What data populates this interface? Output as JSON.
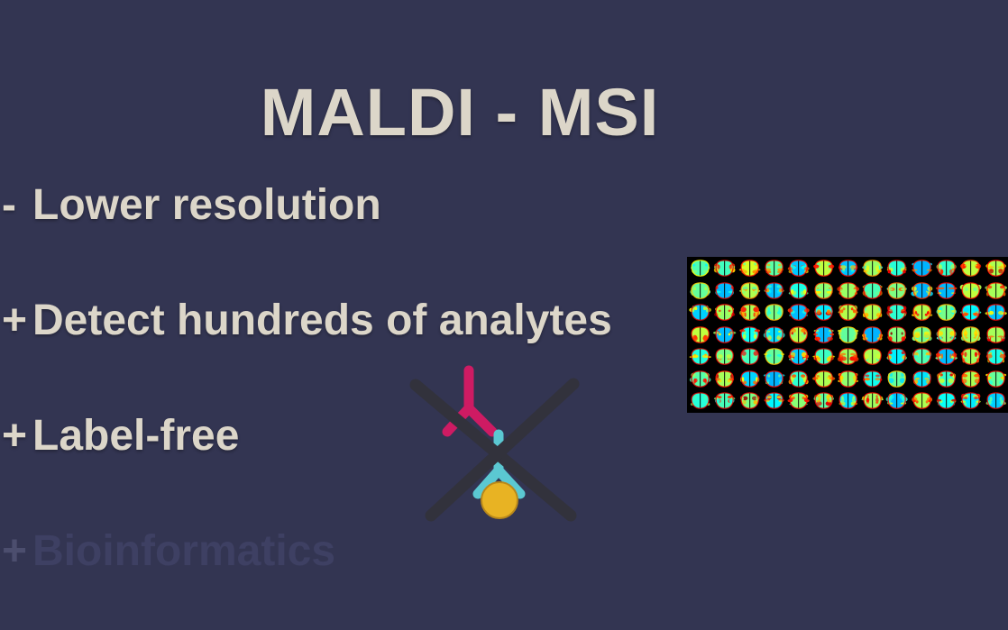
{
  "slide": {
    "title": "MALDI - MSI",
    "background_color": "#333552",
    "text_color": "#dcd6c9",
    "dim_text_color": "#3e4063"
  },
  "bullets": [
    {
      "marker": "-",
      "text": "Lower resolution",
      "state": "visible"
    },
    {
      "marker": "+",
      "text": "Detect hundreds of analytes",
      "state": "visible"
    },
    {
      "marker": "+",
      "text": "Label-free",
      "state": "visible"
    },
    {
      "marker": "+",
      "text": "Bioinformatics",
      "state": "dimmed"
    }
  ],
  "graphic": {
    "name": "label-free-crossed-out-antibodies",
    "antibody_top_color": "#ce1b63",
    "antibody_bottom_color": "#5bc8d2",
    "fluorophore_color": "#e8b323",
    "cross_color": "#32323c"
  },
  "msi_panel": {
    "name": "msi-ion-image-grid",
    "background_color": "#000000",
    "columns": 13,
    "rows": 7,
    "colormap": "jet",
    "tile_subject": "coronal brain section ion image",
    "tiles": [
      {
        "hue": 285,
        "bright": 0.35
      },
      {
        "hue": 95,
        "bright": 0.95
      },
      {
        "hue": 235,
        "bright": 0.8
      },
      {
        "hue": 120,
        "bright": 0.9
      },
      {
        "hue": 15,
        "bright": 0.85
      },
      {
        "hue": 215,
        "bright": 0.8
      },
      {
        "hue": 10,
        "bright": 0.88
      },
      {
        "hue": 265,
        "bright": 0.55
      },
      {
        "hue": 80,
        "bright": 0.92
      },
      {
        "hue": 0,
        "bright": 0.8
      },
      {
        "hue": 90,
        "bright": 0.9
      },
      {
        "hue": 245,
        "bright": 0.7
      },
      {
        "hue": 190,
        "bright": 0.85
      },
      {
        "hue": 250,
        "bright": 0.45
      },
      {
        "hue": 5,
        "bright": 0.9
      },
      {
        "hue": 270,
        "bright": 0.6
      },
      {
        "hue": 10,
        "bright": 0.92
      },
      {
        "hue": 70,
        "bright": 0.95
      },
      {
        "hue": 200,
        "bright": 0.7
      },
      {
        "hue": 185,
        "bright": 0.8
      },
      {
        "hue": 110,
        "bright": 0.88
      },
      {
        "hue": 200,
        "bright": 0.65
      },
      {
        "hue": 0,
        "bright": 0.75
      },
      {
        "hue": 5,
        "bright": 0.85
      },
      {
        "hue": 210,
        "bright": 0.82
      },
      {
        "hue": 195,
        "bright": 0.8
      },
      {
        "hue": 20,
        "bright": 0.92
      },
      {
        "hue": 170,
        "bright": 0.85
      },
      {
        "hue": 220,
        "bright": 0.72
      },
      {
        "hue": 255,
        "bright": 0.5
      },
      {
        "hue": 8,
        "bright": 0.88
      },
      {
        "hue": 40,
        "bright": 0.9
      },
      {
        "hue": 205,
        "bright": 0.8
      },
      {
        "hue": 230,
        "bright": 0.7
      },
      {
        "hue": 85,
        "bright": 0.92
      },
      {
        "hue": 215,
        "bright": 0.75
      },
      {
        "hue": 260,
        "bright": 0.48
      },
      {
        "hue": 55,
        "bright": 0.9
      },
      {
        "hue": 12,
        "bright": 0.86
      },
      {
        "hue": 215,
        "bright": 0.8
      },
      {
        "hue": 10,
        "bright": 0.88
      },
      {
        "hue": 60,
        "bright": 0.92
      },
      {
        "hue": 30,
        "bright": 0.9
      },
      {
        "hue": 210,
        "bright": 0.78
      },
      {
        "hue": 5,
        "bright": 0.85
      },
      {
        "hue": 250,
        "bright": 0.45
      },
      {
        "hue": 0,
        "bright": 0.8
      },
      {
        "hue": 150,
        "bright": 0.88
      },
      {
        "hue": 248,
        "bright": 0.5
      },
      {
        "hue": 175,
        "bright": 0.82
      },
      {
        "hue": 275,
        "bright": 0.55
      },
      {
        "hue": 185,
        "bright": 0.84
      },
      {
        "hue": 75,
        "bright": 0.93
      },
      {
        "hue": 140,
        "bright": 0.88
      },
      {
        "hue": 100,
        "bright": 0.9
      },
      {
        "hue": 252,
        "bright": 0.45
      },
      {
        "hue": 18,
        "bright": 0.88
      },
      {
        "hue": 95,
        "bright": 0.92
      },
      {
        "hue": 185,
        "bright": 0.82
      },
      {
        "hue": 200,
        "bright": 0.8
      },
      {
        "hue": 45,
        "bright": 0.92
      },
      {
        "hue": 110,
        "bright": 0.9
      },
      {
        "hue": 8,
        "bright": 0.86
      },
      {
        "hue": 195,
        "bright": 0.8
      },
      {
        "hue": 70,
        "bright": 0.9
      },
      {
        "hue": 115,
        "bright": 0.9
      },
      {
        "hue": 190,
        "bright": 0.82
      },
      {
        "hue": 25,
        "bright": 0.88
      },
      {
        "hue": 0,
        "bright": 0.85
      },
      {
        "hue": 85,
        "bright": 0.92
      },
      {
        "hue": 205,
        "bright": 0.78
      },
      {
        "hue": 165,
        "bright": 0.86
      },
      {
        "hue": 65,
        "bright": 0.92
      },
      {
        "hue": 250,
        "bright": 0.45
      },
      {
        "hue": 35,
        "bright": 0.88
      },
      {
        "hue": 90,
        "bright": 0.9
      },
      {
        "hue": 200,
        "bright": 0.8
      },
      {
        "hue": 130,
        "bright": 0.88
      },
      {
        "hue": 80,
        "bright": 0.92
      },
      {
        "hue": 105,
        "bright": 0.9
      },
      {
        "hue": 145,
        "bright": 0.88
      },
      {
        "hue": 50,
        "bright": 0.9
      },
      {
        "hue": 160,
        "bright": 0.86
      },
      {
        "hue": 120,
        "bright": 0.9
      },
      {
        "hue": 30,
        "bright": 0.88
      },
      {
        "hue": 180,
        "bright": 0.84
      },
      {
        "hue": 10,
        "bright": 0.86
      },
      {
        "hue": 195,
        "bright": 0.82
      },
      {
        "hue": 60,
        "bright": 0.92
      },
      {
        "hue": 40,
        "bright": 0.9
      },
      {
        "hue": 20,
        "bright": 0.88
      }
    ]
  }
}
